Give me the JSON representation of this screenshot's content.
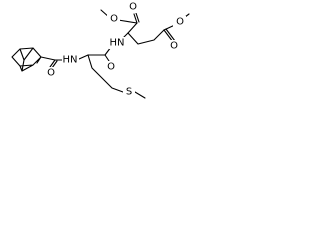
{
  "molecule": {
    "atoms": {
      "o_ester_carbonyl_top": "O",
      "o_ester_methoxy_top": "O",
      "o_ester_methoxy_right": "O",
      "o_ester_carbonyl_right": "O",
      "nh_top": "HN",
      "nh_left": "HN",
      "o_adamantane_amide": "O",
      "o_central_amide": "O",
      "sulfur": "S"
    }
  }
}
